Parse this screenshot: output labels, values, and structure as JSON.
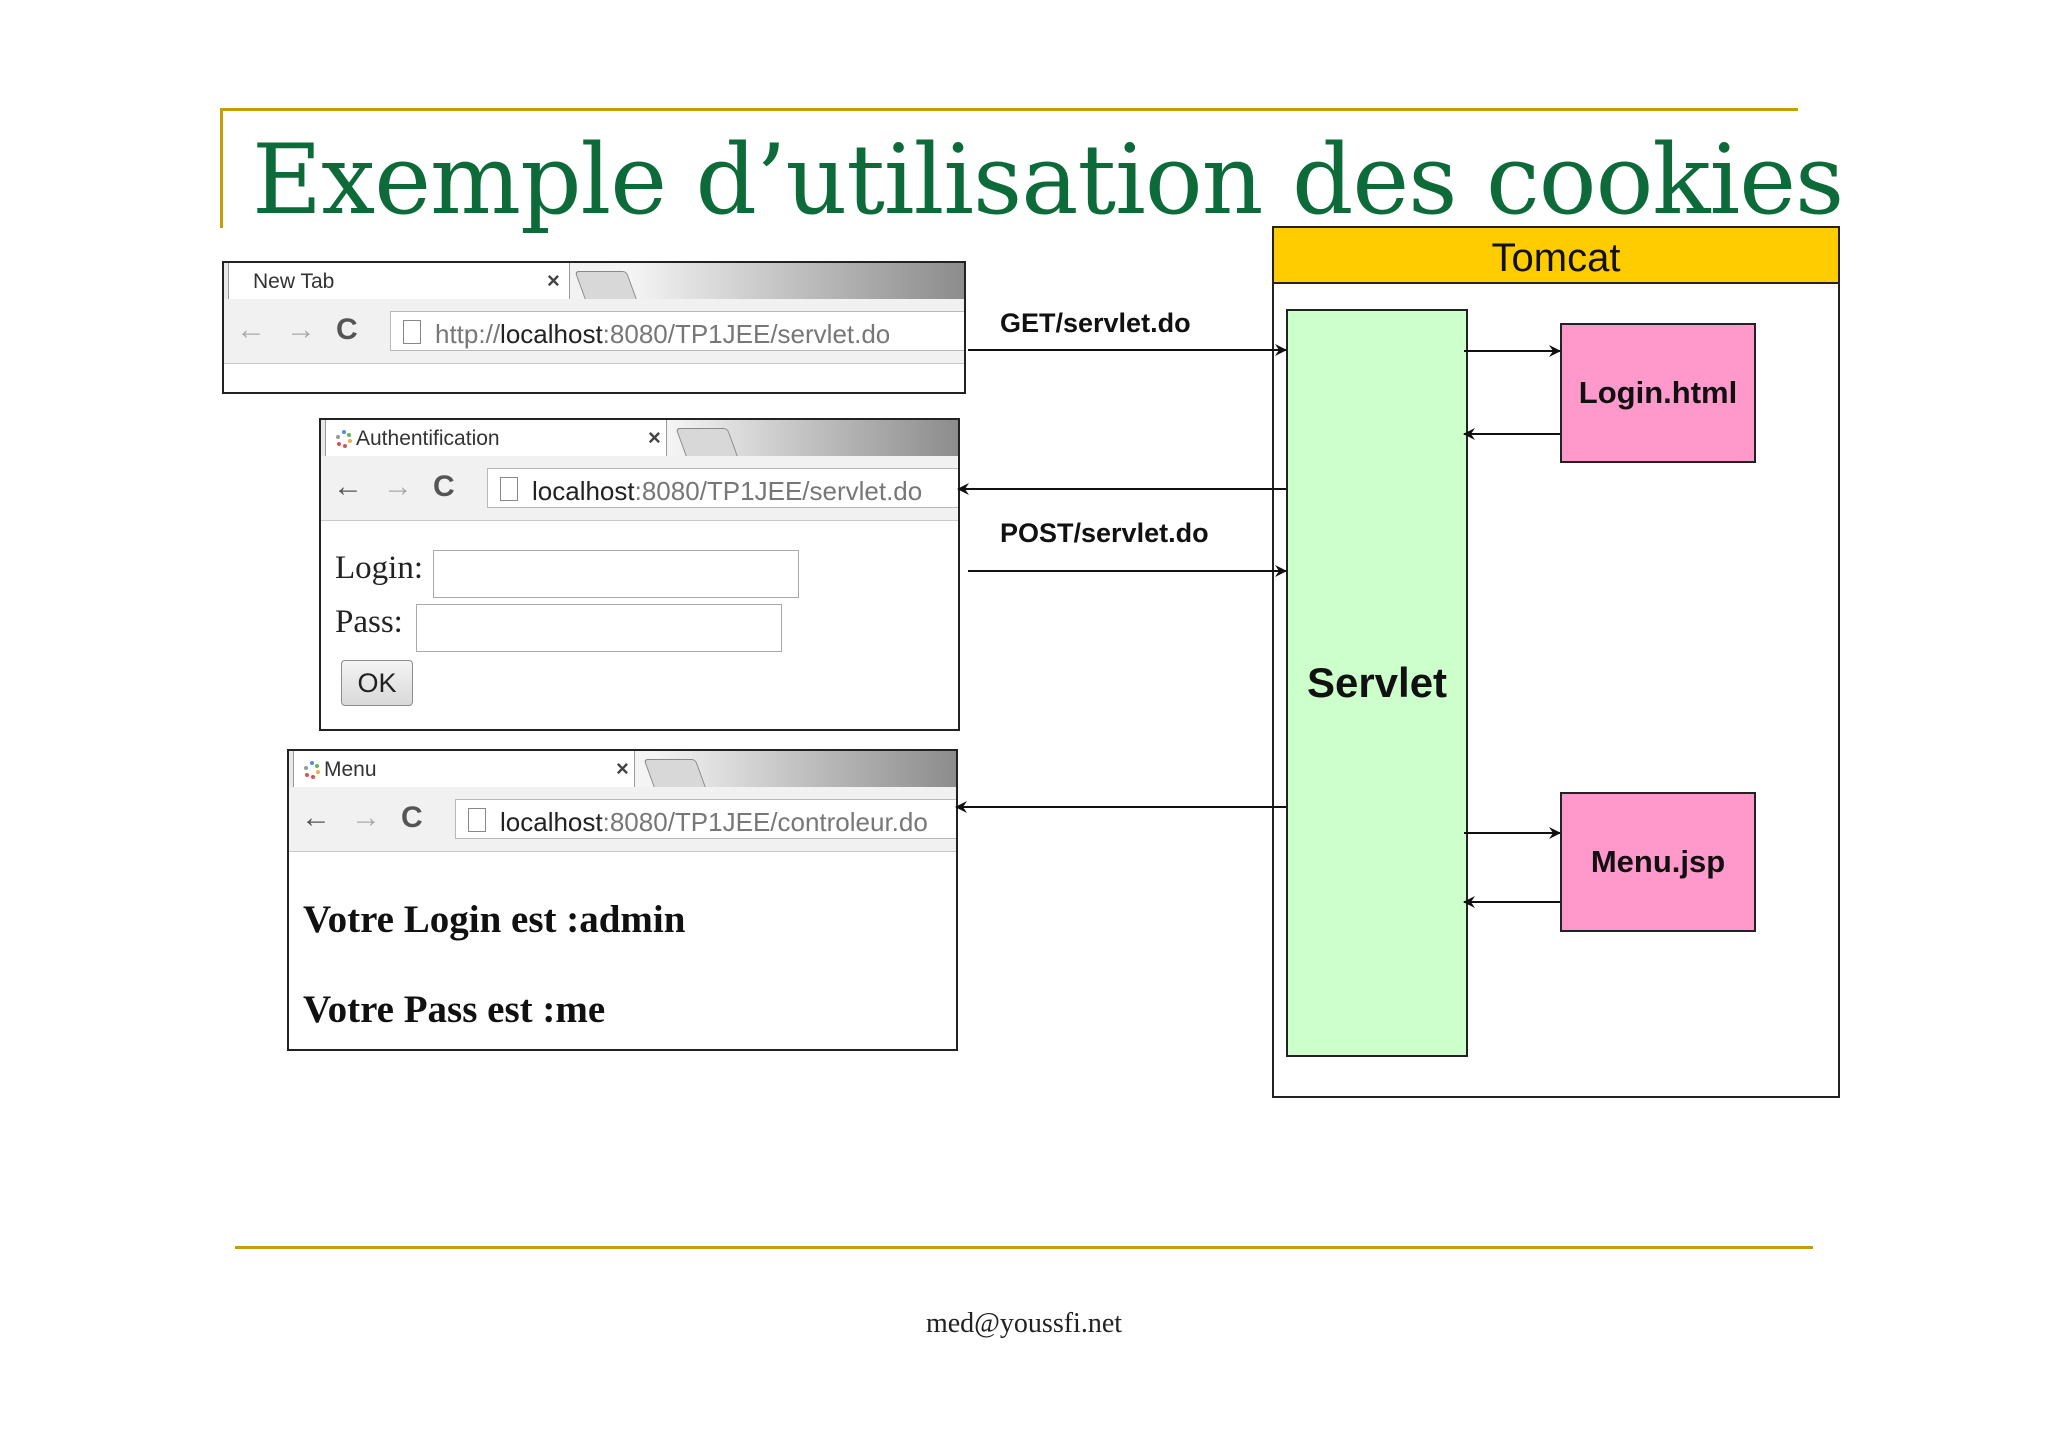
{
  "slide": {
    "title": "Exemple d’utilisation des cookies",
    "footer": "med@youssfi.net"
  },
  "windows": [
    {
      "tab_title": "New Tab",
      "url_prefix": "http://",
      "url_host": "localhost",
      "url_rest": ":8080/TP1JEE/servlet.do"
    },
    {
      "tab_title": "Authentification",
      "url_prefix": "",
      "url_host": "localhost",
      "url_rest": ":8080/TP1JEE/servlet.do",
      "form": {
        "login_label": "Login:",
        "login_value": "",
        "pass_label": "Pass:",
        "pass_value": "",
        "ok_label": "OK"
      }
    },
    {
      "tab_title": "Menu",
      "url_prefix": "",
      "url_host": "localhost",
      "url_rest": ":8080/TP1JEE/controleur.do",
      "lines": [
        "Votre Login est :admin",
        "Votre Pass est :me"
      ]
    }
  ],
  "server": {
    "container_label": "Tomcat",
    "container_color": "#ffcc00",
    "servlet_label": "Servlet",
    "servlet_color": "#ccffcc",
    "login_page": "Login.html",
    "menu_page": "Menu.jsp",
    "page_color": "#ff99cc"
  },
  "requests": {
    "get": "GET/servlet.do",
    "post": "POST/servlet.do"
  },
  "icons": {
    "tab_close": "×",
    "back": "←",
    "forward": "→",
    "reload": "C"
  }
}
